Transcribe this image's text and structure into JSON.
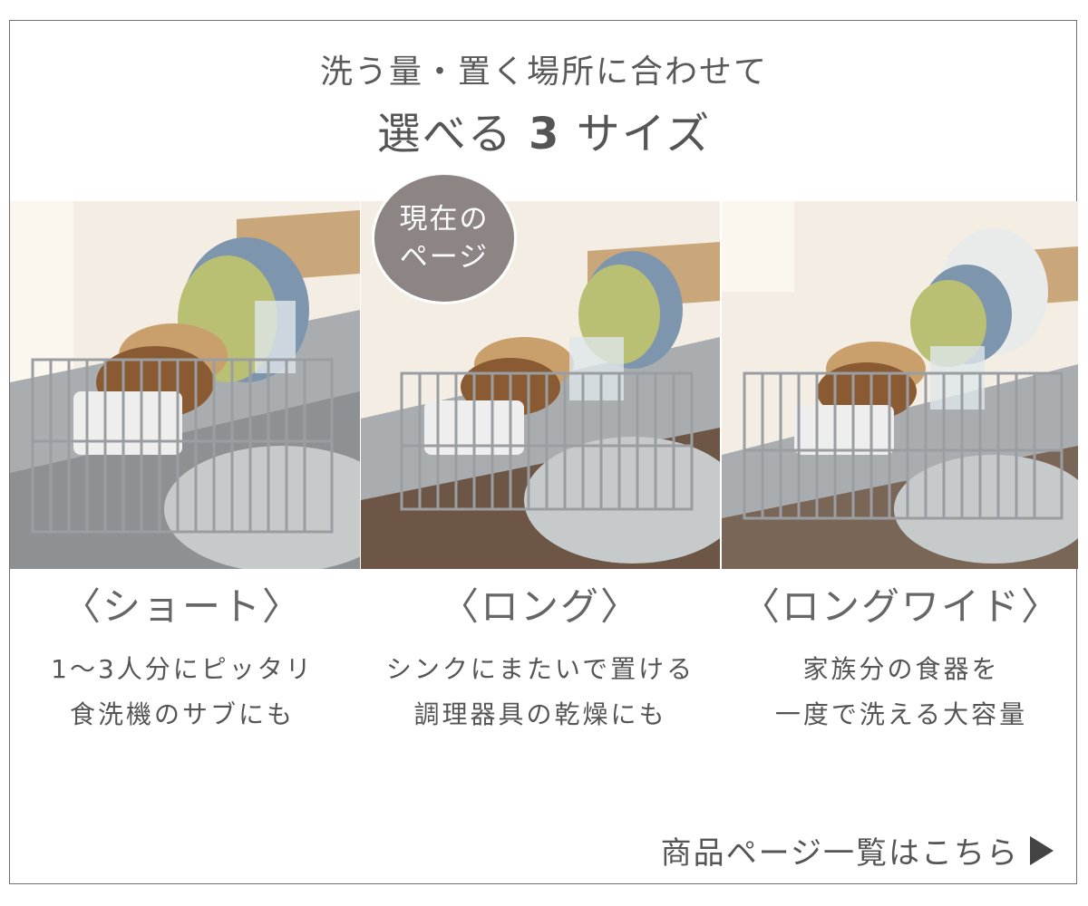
{
  "header": {
    "line1": "洗う量・置く場所に合わせて",
    "line2_pre": "選べる",
    "line2_num": "3",
    "line2_post": "サイズ"
  },
  "badge": {
    "line1": "現在の",
    "line2": "ページ"
  },
  "sizes": [
    {
      "name": "〈ショート〉",
      "desc1": "1～3人分にピッタリ",
      "desc2": "食洗機のサブにも"
    },
    {
      "name": "〈ロング〉",
      "desc1": "シンクにまたいで置ける",
      "desc2": "調理器具の乾燥にも"
    },
    {
      "name": "〈ロングワイド〉",
      "desc1": "家族分の食器を",
      "desc2": "一度で洗える大容量"
    }
  ],
  "footer": {
    "link_label": "商品ページ一覧はこちら"
  },
  "colors": {
    "frame": "#6f6f6f",
    "badge": "#8c8584",
    "text": "#555555",
    "wall": "#f3ede3",
    "wood": "#c9a77a",
    "steel": "#b9bcbe",
    "plate_blue": "#7d95ad",
    "plate_green": "#b9bf73"
  }
}
